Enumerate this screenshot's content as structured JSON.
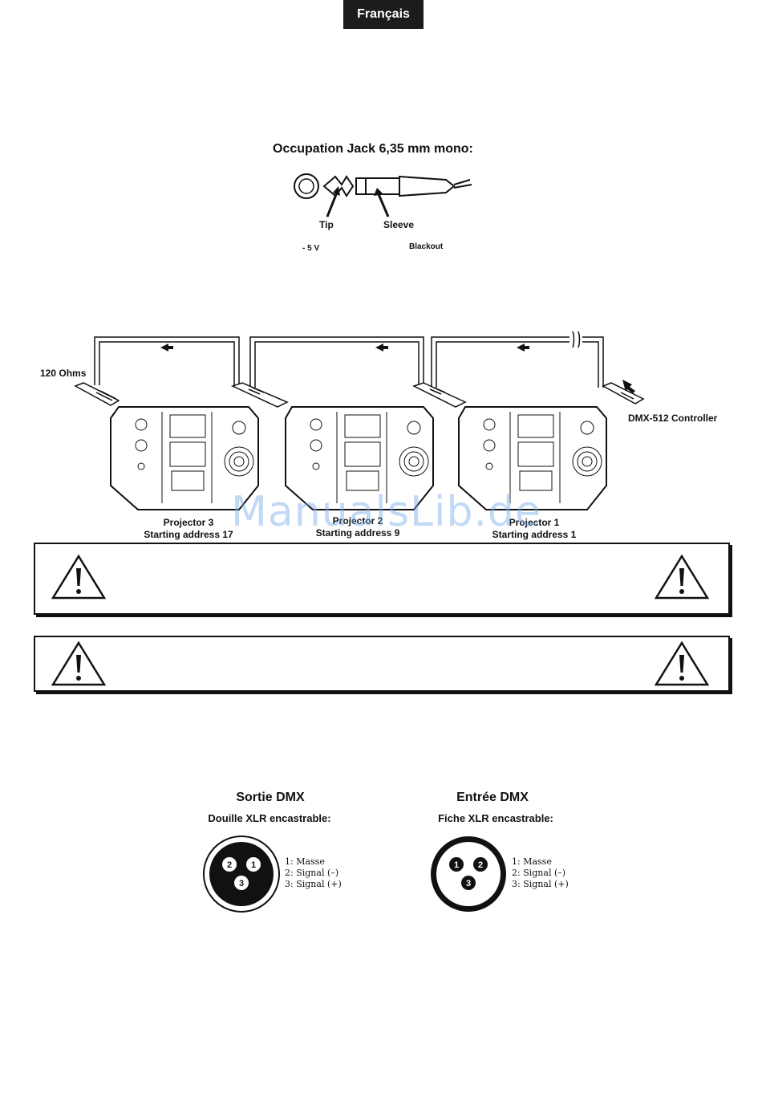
{
  "header": {
    "language_tab": "Français"
  },
  "jack": {
    "title": "Occupation Jack 6,35 mm mono:",
    "tip_label": "Tip",
    "sleeve_label": "Sleeve",
    "tip_value": "- 5 V",
    "sleeve_value": "Blackout"
  },
  "chain": {
    "terminator_label": "120 Ohms",
    "controller_label": "DMX-512 Controller",
    "projectors": [
      {
        "name": "Projector 3",
        "address": "Starting address 17"
      },
      {
        "name": "Projector 2",
        "address": "Starting address 9"
      },
      {
        "name": "Projector 1",
        "address": "Starting address 1"
      }
    ]
  },
  "watermark": "ManualsLib.de",
  "dmx_out": {
    "title": "Sortie DMX",
    "subtitle": "Douille XLR encastrable:",
    "pins": [
      "1: Masse",
      "2: Signal (–)",
      "3: Signal (+)"
    ]
  },
  "dmx_in": {
    "title": "Entrée DMX",
    "subtitle": "Fiche XLR encastrable:",
    "pins": [
      "1: Masse",
      "2: Signal (–)",
      "3: Signal (+)"
    ]
  }
}
